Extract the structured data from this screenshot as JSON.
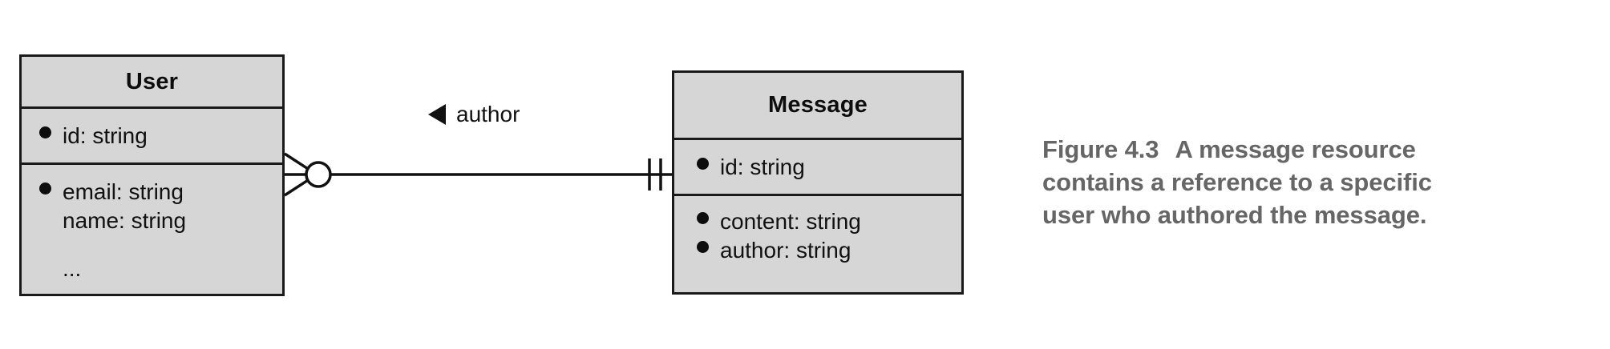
{
  "figure": {
    "type": "entity-relationship-diagram",
    "background_color": "#ffffff",
    "entity_fill": "#d6d6d6",
    "entity_stroke": "#1a1a1a",
    "caption_color": "#666666"
  },
  "entities": [
    {
      "id": "user",
      "title": "User",
      "compartments": [
        {
          "kind": "title",
          "lines": []
        },
        {
          "kind": "attributes",
          "lines": [
            {
              "bullet": true,
              "text": "id: string"
            }
          ]
        },
        {
          "kind": "attributes",
          "lines": [
            {
              "bullet": true,
              "text": "email: string"
            },
            {
              "bullet": false,
              "text": "name: string"
            },
            {
              "bullet": false,
              "text": "..."
            }
          ]
        }
      ]
    },
    {
      "id": "message",
      "title": "Message",
      "compartments": [
        {
          "kind": "title",
          "lines": []
        },
        {
          "kind": "attributes",
          "lines": [
            {
              "bullet": true,
              "text": "id: string"
            }
          ]
        },
        {
          "kind": "attributes",
          "lines": [
            {
              "bullet": true,
              "text": "content: string"
            },
            {
              "bullet": true,
              "text": "author: string"
            }
          ]
        }
      ]
    }
  ],
  "relationship": {
    "label": "author",
    "label_marker": "solid-left-triangle",
    "from": "user",
    "to": "message",
    "from_cardinality": "zero-or-many",
    "to_cardinality": "exactly-one"
  },
  "caption": {
    "number": "Figure 4.3",
    "line1_rest": "A message resource",
    "line2": "contains a reference to a specific",
    "line3": "user who authored the message."
  }
}
